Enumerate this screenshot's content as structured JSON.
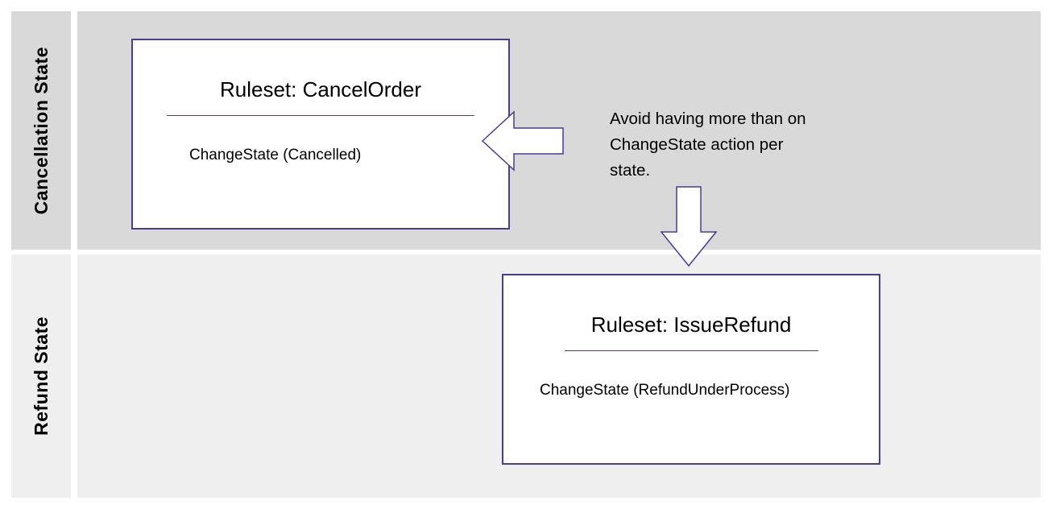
{
  "diagram": {
    "lanes": [
      {
        "label": "Cancellation State"
      },
      {
        "label": "Refund State"
      }
    ],
    "rulesets": [
      {
        "title": "Ruleset: CancelOrder",
        "action": "ChangeState (Cancelled)"
      },
      {
        "title": "Ruleset: IssueRefund",
        "action": "ChangeState (RefundUnderProcess)"
      }
    ],
    "annotation": {
      "lines": [
        "Avoid having more than on",
        "ChangeState action per",
        "state."
      ]
    },
    "icons": [
      {
        "name": "arrow-left-icon"
      },
      {
        "name": "arrow-down-icon"
      }
    ],
    "colors": {
      "accent": "#4a3b98",
      "lane_top_bg": "#d9d9d9",
      "lane_bottom_bg": "#efefef",
      "box_bg": "#ffffff",
      "text": "#000000"
    }
  }
}
